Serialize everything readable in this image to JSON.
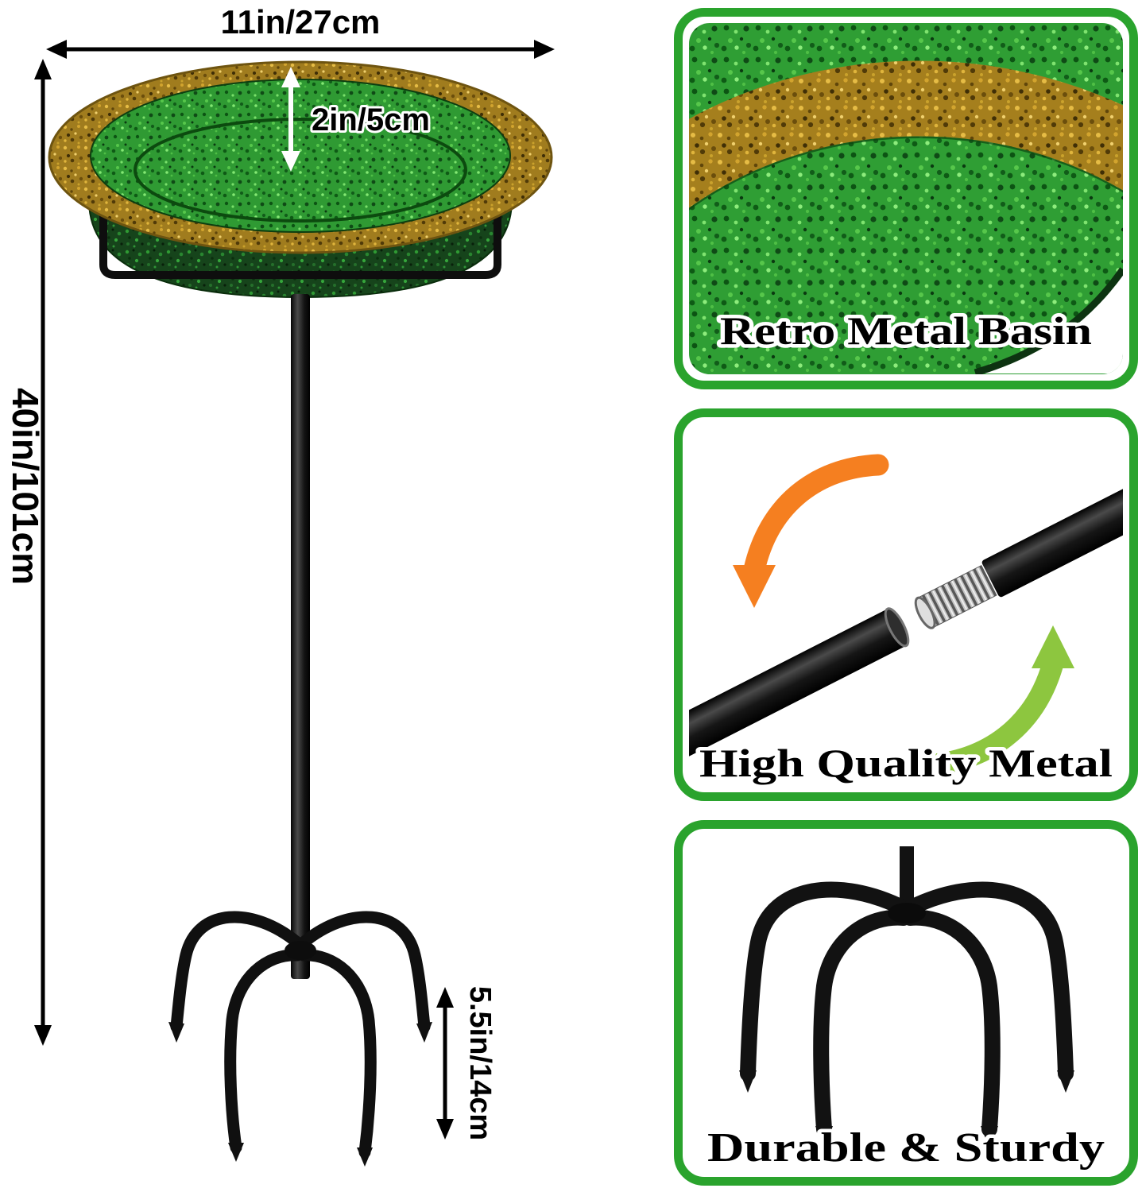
{
  "diagram": {
    "width_label": "11in/27cm",
    "depth_label": "2in/5cm",
    "height_label": "40in/101cm",
    "stake_label": "5.5in/14cm"
  },
  "panels": [
    {
      "id": "retro-metal-basin",
      "label": "Retro Metal Basin",
      "art": "basin-closeup"
    },
    {
      "id": "high-quality-metal",
      "label": "High Quality Metal",
      "art": "threaded-pole-connection"
    },
    {
      "id": "durable-sturdy",
      "label": "Durable & Sturdy",
      "art": "four-prong-stake"
    }
  ],
  "colors": {
    "background": "#ffffff",
    "panel_border": "#2aa32d",
    "basin_green": "#2f9a33",
    "basin_green_dark": "#16441b",
    "rim_gold": "#a07c1e",
    "metal_black": "#141414",
    "dimension_arrow": "#000000",
    "depth_arrow": "#ffffff",
    "rotate_arrow_orange": "#f57f20",
    "rotate_arrow_green": "#8dc63f"
  }
}
